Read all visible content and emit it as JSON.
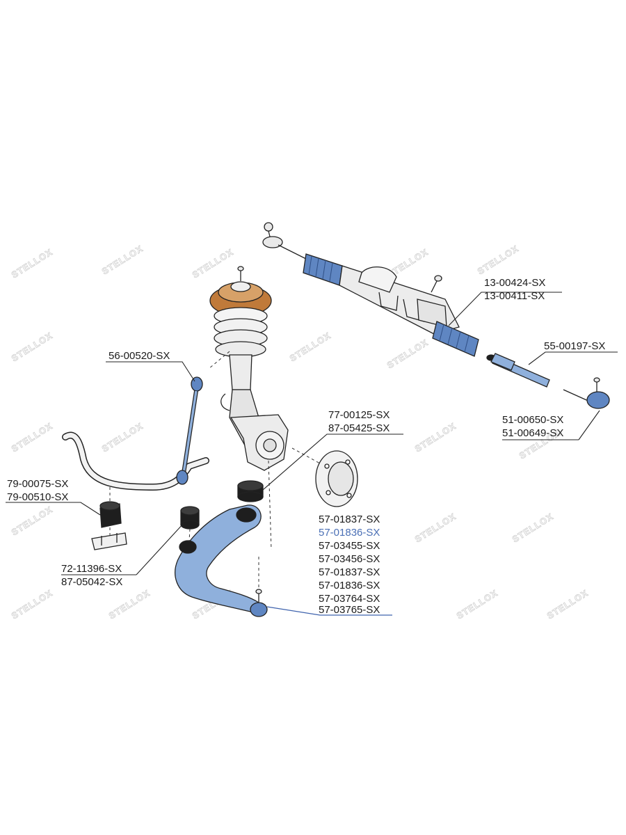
{
  "watermark": {
    "text": "STELLOX"
  },
  "colors": {
    "part_blue": "#8fb0dc",
    "part_blue_dark": "#5f86c2",
    "part_orange": "#c07a3a",
    "part_gray": "#e9e9e9",
    "line": "#222222",
    "highlight": "#4a6fb5"
  },
  "labels": {
    "steering_rack": [
      "13-00424-SX",
      "13-00411-SX"
    ],
    "tie_rod": "55-00197-SX",
    "tie_rod_end": [
      "51-00650-SX",
      "51-00649-SX"
    ],
    "stabilizer_link": "56-00520-SX",
    "hub_bearing": [
      "77-00125-SX",
      "87-05425-SX"
    ],
    "stabilizer_bushing": [
      "79-00075-SX",
      "79-00510-SX"
    ],
    "control_arm_bushing": [
      "72-11396-SX",
      "87-05042-SX"
    ],
    "control_arm": [
      "57-01837-SX",
      "57-01836-SX",
      "57-03455-SX",
      "57-03456-SX",
      "57-01837-SX",
      "57-01836-SX",
      "57-03764-SX",
      "57-03765-SX"
    ],
    "control_arm_highlight_index": 1
  }
}
